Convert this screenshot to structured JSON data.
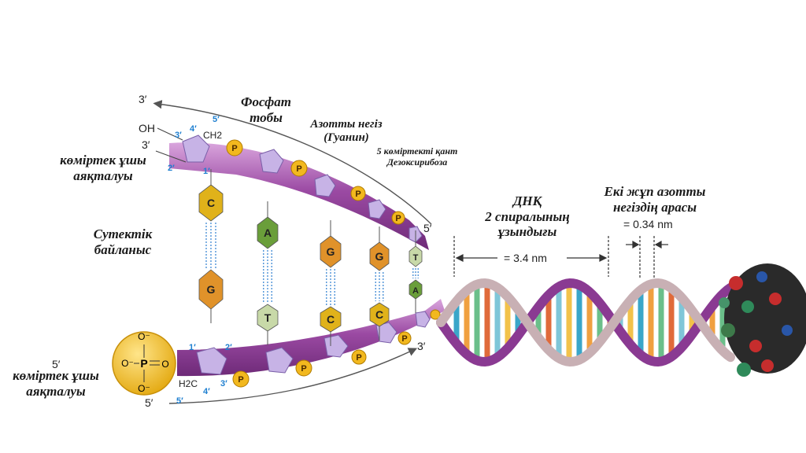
{
  "labels": {
    "phosphate_group": [
      "Фосфат",
      "тобы"
    ],
    "nitrogen_base": [
      "Азотты негіз",
      "(Гуанин)"
    ],
    "sugar": [
      "5 көміртекті қант",
      "Дезоксирибоза"
    ],
    "three_prime_end": [
      "көміртек ұшы",
      "аяқталуы"
    ],
    "hydrogen_bond": [
      "Сутектік",
      "байланыс"
    ],
    "five_prime_end": [
      "көміртек ұшы",
      "аяқталуы"
    ],
    "dna_length": [
      "ДНҚ",
      "2 спиралының",
      "ұзындығы"
    ],
    "base_distance": [
      "Екі жұп азотты",
      "негіздің арасы"
    ]
  },
  "measurements": {
    "helix_turn": "= 3.4 nm",
    "base_pair_spacing": "= 0.34 nm"
  },
  "ends": {
    "top_arrow": "3′",
    "oh_group": "OH",
    "top_left": "3′",
    "top_right": "5′",
    "bottom_left": "5′",
    "bottom_arrow_left": "5′",
    "bottom_right": "3′"
  },
  "carbons": {
    "top_5": "5′",
    "top_4": "4′",
    "top_3": "3′",
    "top_2": "2′",
    "top_1": "1′",
    "bottom_1": "1′",
    "bottom_2": "2′",
    "bottom_3": "3′",
    "bottom_4": "4′",
    "bottom_5": "5′"
  },
  "chemistry": {
    "ch2_top": "CH2",
    "ch2_bottom": "H2C",
    "phosphate_P": "P",
    "phosphate_O": "O",
    "phosphate_minus": "O⁻"
  },
  "base_pairs": [
    {
      "top": "C",
      "bottom": "G"
    },
    {
      "top": "A",
      "bottom": "T"
    },
    {
      "top": "G",
      "bottom": "C"
    },
    {
      "top": "G",
      "bottom": "C"
    },
    {
      "top": "T",
      "bottom": "A"
    }
  ],
  "colors": {
    "backbone": "#8a3a92",
    "backbone_light": "#c98bd0",
    "sugar": "#c7b3e6",
    "phosphate": "#f2b81e",
    "base_C": "#e0b21a",
    "base_G": "#e0922a",
    "base_A": "#6a9e3a",
    "base_T": "#c8d9a8",
    "hbond": "#2e7fd0"
  }
}
